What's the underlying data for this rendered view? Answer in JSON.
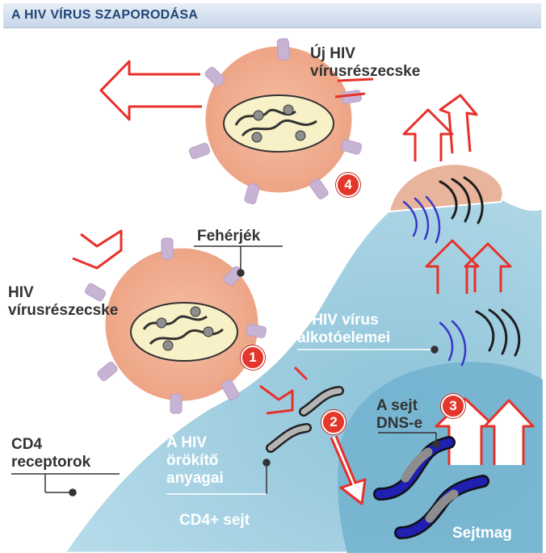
{
  "title": "A HIV VÍRUS SZAPORODÁSA",
  "labels": {
    "new_hiv_line1": "Új HIV",
    "new_hiv_line2": "vírusrészecske",
    "proteins": "Fehérjék",
    "hiv_line1": "HIV",
    "hiv_line2": "vírusrészecske",
    "components_line1": "A HIV vírus",
    "components_line2": "alkotóelemei",
    "cd4_line1": "CD4",
    "cd4_line2": "receptorok",
    "genetic_line1": "A HIV",
    "genetic_line2": "örökítő",
    "genetic_line3": "anyagai",
    "cell_dna_line1": "A sejt",
    "cell_dna_line2": "DNS-e",
    "cd4_cell": "CD4+ sejt",
    "nucleus": "Sejtmag"
  },
  "steps": [
    "1",
    "2",
    "3",
    "4"
  ],
  "colors": {
    "cell": "#a9d3e3",
    "nucleus": "#6fb0cc",
    "virus_body": "#f0a98b",
    "virus_outline": "#d9896b",
    "spike": "#c9b3d4",
    "core": "#f8f0c6",
    "arrow": "#e8302a",
    "badge": "#e4372b",
    "dna_blue": "#22209a",
    "title_text": "#1f4576"
  }
}
